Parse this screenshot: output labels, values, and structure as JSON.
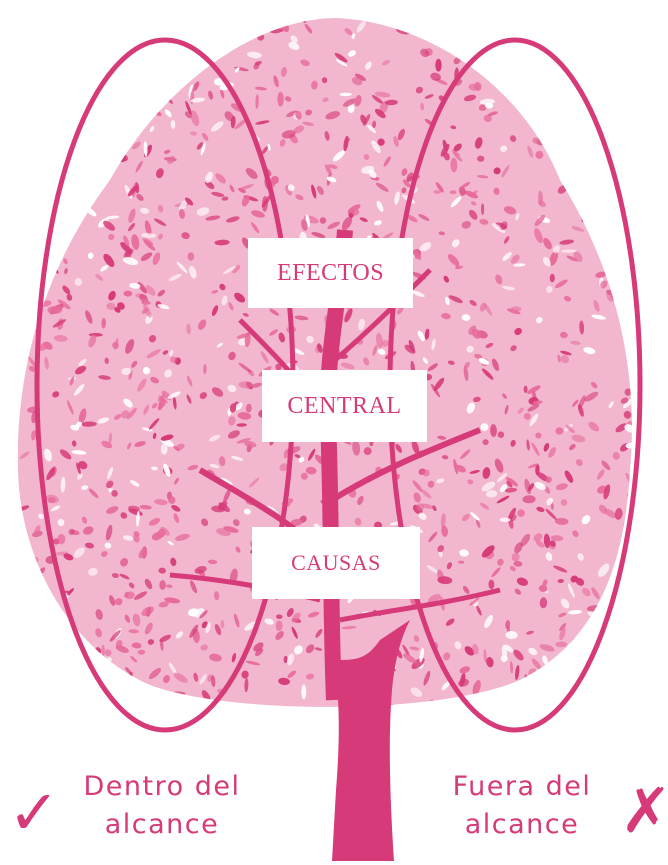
{
  "colors": {
    "accent": "#d63a78",
    "foliage_light": "#f2b7cf",
    "foliage_mid": "#e76b9b",
    "background": "#ffffff"
  },
  "labels": {
    "effects": "EFECTOS",
    "central": "CENTRAL",
    "causes": "CAUSAS"
  },
  "captions": {
    "inside": [
      "Dentro del",
      "alcance"
    ],
    "outside": [
      "Fuera del",
      "alcance"
    ]
  },
  "icons": {
    "inside": "check-icon",
    "outside": "cross-icon"
  }
}
